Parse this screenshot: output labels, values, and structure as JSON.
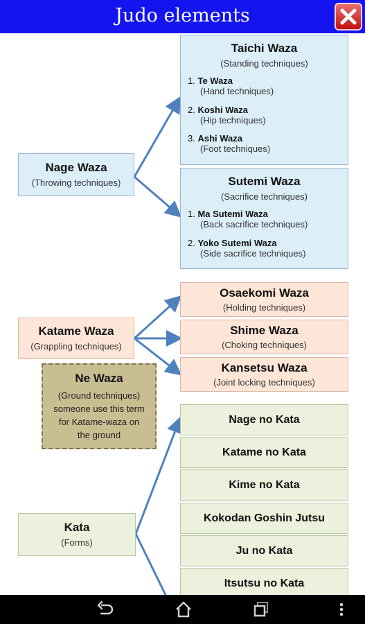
{
  "window": {
    "title": "Judo elements"
  },
  "groups": {
    "nage": {
      "title": "Nage Waza",
      "subtitle": "(Throwing techniques)",
      "taichi": {
        "title": "Taichi Waza",
        "subtitle": "(Standing techniques)",
        "items": [
          {
            "num": "1.",
            "name": "Te Waza",
            "desc": "(Hand techniques)"
          },
          {
            "num": "2.",
            "name": "Koshi Waza",
            "desc": "(Hip techniques)"
          },
          {
            "num": "3.",
            "name": "Ashi Waza",
            "desc": "(Foot techniques)"
          }
        ]
      },
      "sutemi": {
        "title": "Sutemi Waza",
        "subtitle": "(Sacrifice techniques)",
        "items": [
          {
            "num": "1.",
            "name": "Ma Sutemi Waza",
            "desc": "(Back sacrifice techniques)"
          },
          {
            "num": "2.",
            "name": "Yoko Sutemi Waza",
            "desc": "(Side sacrifice techniques)"
          }
        ]
      }
    },
    "katame": {
      "title": "Katame Waza",
      "subtitle": "(Grappling techniques)",
      "children": [
        {
          "title": "Osaekomi Waza",
          "subtitle": "(Holding techniques)"
        },
        {
          "title": "Shime Waza",
          "subtitle": "(Choking techniques)"
        },
        {
          "title": "Kansetsu Waza",
          "subtitle": "(Joint locking techniques)"
        }
      ]
    },
    "ne": {
      "title": "Ne Waza",
      "lines": [
        "(Ground techniques)",
        "someone use this term",
        "for Katame-waza on",
        "the ground"
      ]
    },
    "kata": {
      "title": "Kata",
      "subtitle": "(Forms)",
      "children": [
        "Nage no Kata",
        "Katame no Kata",
        "Kime no Kata",
        "Kokodan Goshin Jutsu",
        "Ju no Kata",
        "Itsutsu no Kata"
      ]
    }
  },
  "colors": {
    "titlebar": "#1414f0",
    "blue_box": "#dceef8",
    "peach_box": "#fde6d8",
    "green_box": "#ebf1dc",
    "tan_box": "#c9bd92",
    "arrow": "#4f81bd"
  },
  "navbar": {
    "icons": [
      "back-icon",
      "home-icon",
      "recent-apps-icon",
      "menu-icon"
    ]
  }
}
